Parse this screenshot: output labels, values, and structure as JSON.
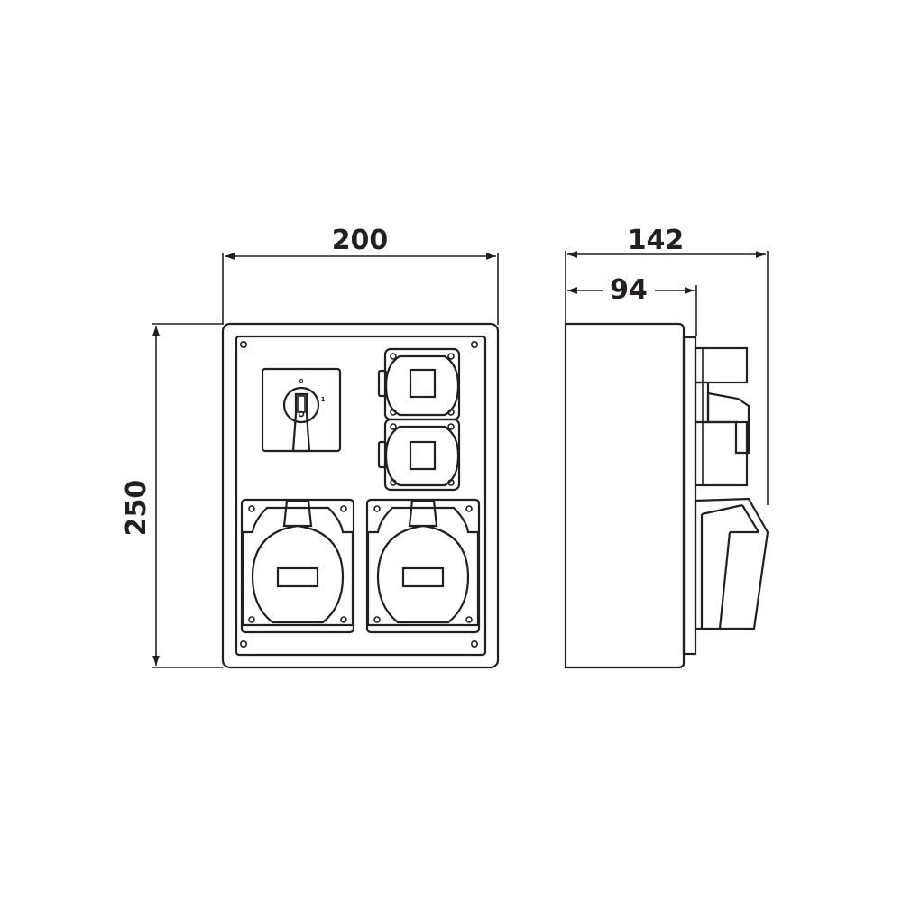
{
  "dimensions": {
    "front_width": "200",
    "height": "250",
    "side_total_depth": "142",
    "side_body_depth": "94"
  },
  "switch": {
    "position_off": "0",
    "position_on": "1"
  }
}
